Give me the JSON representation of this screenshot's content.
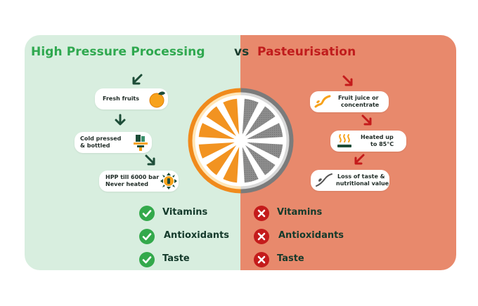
{
  "title": {
    "left": "High Pressure Processing",
    "vs": "vs",
    "right": "Pasteurisation"
  },
  "colors": {
    "left_bg": "#d8eedf",
    "right_bg": "#e8896c",
    "title_left": "#2fa84f",
    "title_right": "#c01c1c",
    "check": "#33a94b",
    "cross": "#c41b1b"
  },
  "hpp_steps": [
    {
      "line1": "Fresh fruits",
      "line2": "",
      "icon": "orange-fruit-icon"
    },
    {
      "line1": "Cold pressed",
      "line2": "& bottled",
      "icon": "press-bottle-icon"
    },
    {
      "line1": "HPP till 6000 bar",
      "line2": "Never heated",
      "icon": "pressure-chamber-icon"
    }
  ],
  "past_steps": [
    {
      "line1": "Fruit juice or",
      "line2": "concentrate",
      "icon": "juice-drop-icon"
    },
    {
      "line1": "Heated up",
      "line2": "to 85°C",
      "icon": "heat-icon"
    },
    {
      "line1": "Loss of taste &",
      "line2": "nutritional value",
      "icon": "falling-drop-icon"
    }
  ],
  "hpp_benefits": [
    "Vitamins",
    "Antioxidants",
    "Taste"
  ],
  "past_benefits": [
    "Vitamins",
    "Antioxidants",
    "Taste"
  ]
}
